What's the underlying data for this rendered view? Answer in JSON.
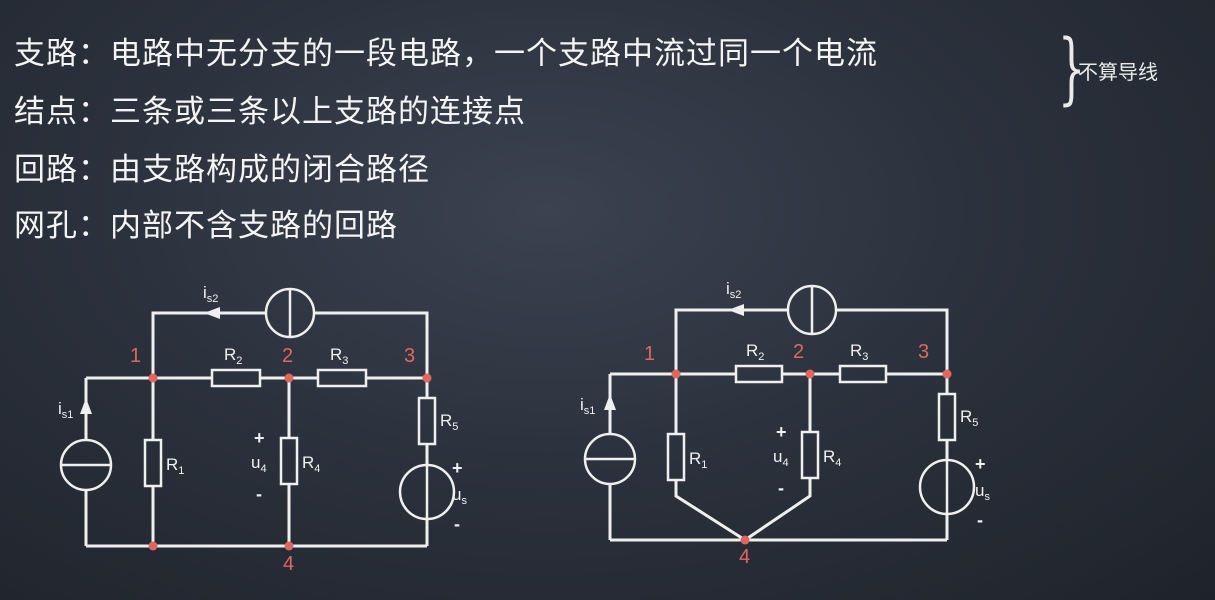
{
  "definitions": [
    {
      "term": "支路",
      "sep": "：",
      "text": "电路中无分支的一段电路，一个支路中流过同一个电流"
    },
    {
      "term": "结点",
      "sep": "：",
      "text": "三条或三条以上支路的连接点"
    },
    {
      "term": "回路",
      "sep": "：",
      "text": "由支路构成的闭合路径"
    },
    {
      "term": "网孔",
      "sep": "：",
      "text": "内部不含支路的回路"
    }
  ],
  "brace_note": "不算导线",
  "circuit_labels": {
    "node1": "1",
    "node2": "2",
    "node3": "3",
    "node4": "4",
    "is2_main": "i",
    "is2_sub": "s2",
    "is1_main": "i",
    "is1_sub": "s1",
    "R1_main": "R",
    "R1_sub": "1",
    "R2_main": "R",
    "R2_sub": "2",
    "R3_main": "R",
    "R3_sub": "3",
    "R4_main": "R",
    "R4_sub": "4",
    "R5_main": "R",
    "R5_sub": "5",
    "u4_main": "u",
    "u4_sub": "4",
    "us_main": "u",
    "us_sub": "s",
    "plus": "+",
    "minus": "-"
  },
  "colors": {
    "background": "#2c323d",
    "wire": "#efefef",
    "node": "#e0675f"
  }
}
